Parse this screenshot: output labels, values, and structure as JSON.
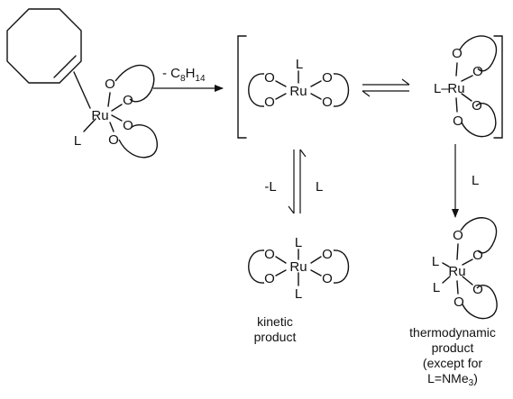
{
  "atoms": {
    "ru": "Ru",
    "o": "O",
    "l": "L",
    "l_bond": "L–"
  },
  "arrows": {
    "loss_label_prefix": "- C",
    "loss_label_sub1": "8",
    "loss_label_mid": "H",
    "loss_label_sub2": "14",
    "minus_l": "-L",
    "plus_l": "L",
    "plus_l_right": "L"
  },
  "captions": {
    "kinetic_line1": "kinetic",
    "kinetic_line2": "product",
    "thermo_line1": "thermodynamic",
    "thermo_line2": "product",
    "thermo_line3": "(except for",
    "thermo_line4_prefix": "L=NMe",
    "thermo_line4_sub": "3",
    "thermo_line4_suffix": ")"
  }
}
